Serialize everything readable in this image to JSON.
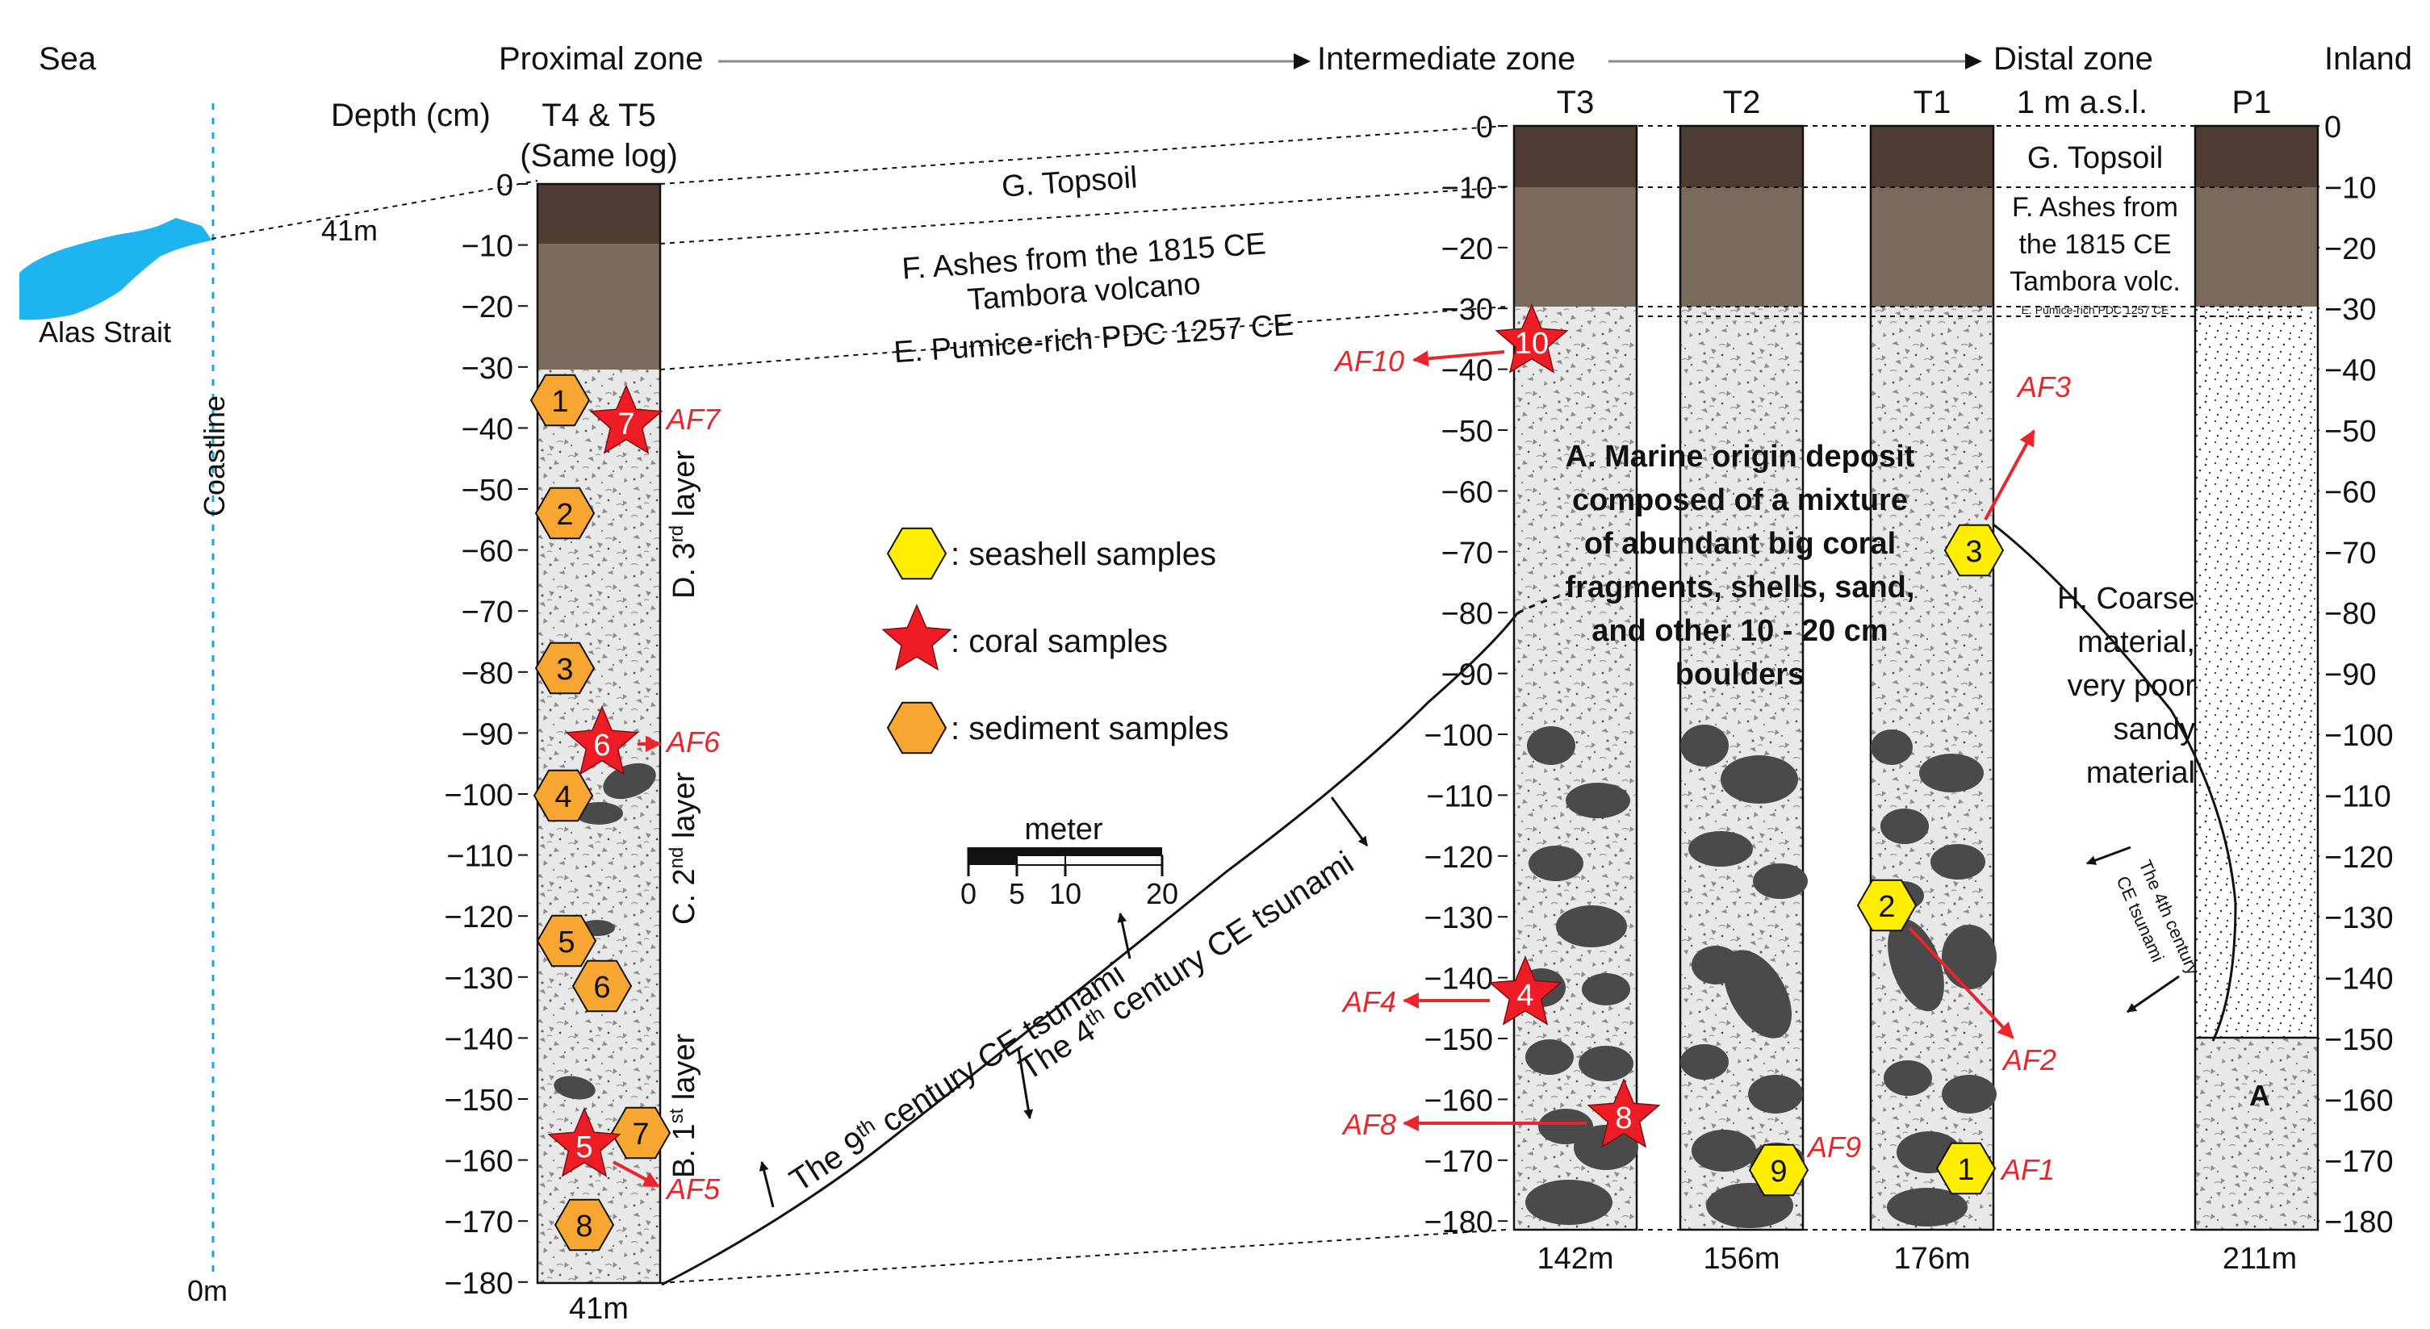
{
  "header": {
    "sea": "Sea",
    "proximal": "Proximal zone",
    "intermediate": "Intermediate zone",
    "distal": "Distal zone",
    "inland": "Inland"
  },
  "labels": {
    "depth_cm": "Depth (cm)",
    "t45_line1": "T4 & T5",
    "t45_line2": "(Same log)",
    "t3": "T3",
    "t2": "T2",
    "t1": "T1",
    "masl": "1 m a.s.l.",
    "p1": "P1",
    "alas_strait": "Alas Strait",
    "coastline": "Coastline",
    "zero_m": "0m",
    "dist_41_top": "41m",
    "dist_41": "41m",
    "dist_142": "142m",
    "dist_156": "156m",
    "dist_176": "176m",
    "dist_211": "211m"
  },
  "units": {
    "G": "G. Topsoil",
    "F1": "F. Ashes from the 1815 CE",
    "F2": "Tambora volcano",
    "E": "E. Pumice-rich PDC 1257 CE",
    "G_r": "G. Topsoil",
    "Fr1": "F. Ashes from",
    "Fr2": "the 1815 CE",
    "Fr3": "Tambora volc.",
    "E_r": "E. Pumice-rich PDC 1257 CE",
    "A1": "A. Marine origin deposit",
    "A2": "composed of a mixture",
    "A3": "of abundant big coral",
    "A4": "fragments, shells, sand,",
    "A5": "and other 10 - 20 cm",
    "A6": "boulders",
    "H1": "H. Coarse",
    "H2": "material,",
    "H3": "very poor",
    "H4": "sandy",
    "H5": "material",
    "P1_A": "A"
  },
  "layers_t45": {
    "d_prefix": "D. 3",
    "d_sup": "rd",
    "d_suffix": " layer",
    "c_prefix": "C. 2",
    "c_sup": "nd",
    "c_suffix": " layer",
    "b_prefix": "B. 1",
    "b_sup": "st",
    "b_suffix": " layer"
  },
  "tsunami": {
    "t9_pre": "The 9",
    "t9_sup": "th",
    "t9_post": " century CE tsunami",
    "t4_pre": "The 4",
    "t4_sup": "th",
    "t4_post": " century CE tsunami",
    "p1_line1": "The 4th century",
    "p1_line2": "CE tsunami"
  },
  "legend": {
    "seashell": ": seashell samples",
    "coral": ": coral samples",
    "sediment": ": sediment samples"
  },
  "scale": {
    "title": "meter",
    "ticks": [
      "0",
      "5",
      "10",
      "20"
    ]
  },
  "depth_ticks": {
    "left": [
      "0",
      "−10",
      "−20",
      "−30",
      "−40",
      "−50",
      "−60",
      "−70",
      "−80",
      "−90",
      "−100",
      "−110",
      "−120",
      "−130",
      "−140",
      "−150",
      "−160",
      "−170",
      "−180"
    ],
    "middle": [
      "0",
      "−10",
      "−20",
      "−30",
      "−40",
      "−50",
      "−60",
      "−70",
      "−80",
      "−90",
      "−100",
      "−110",
      "−120",
      "−130",
      "−140",
      "−150",
      "−160",
      "−170",
      "−180"
    ],
    "right": [
      "0",
      "−10",
      "−20",
      "−30",
      "−40",
      "−50",
      "−60",
      "−70",
      "−80",
      "−90",
      "−100",
      "−110",
      "−120",
      "−130",
      "−140",
      "−150",
      "−160",
      "−170",
      "−180"
    ]
  },
  "samples": {
    "t45_sediment": [
      "1",
      "2",
      "3",
      "4",
      "5",
      "6",
      "7",
      "8"
    ],
    "t45_coral": [
      "7",
      "6",
      "5"
    ],
    "t45_af": [
      "AF7",
      "AF6",
      "AF5"
    ],
    "t3_coral": [
      "10",
      "4",
      "8"
    ],
    "t3_af": [
      "AF10",
      "AF4",
      "AF8"
    ],
    "t2_shell": "9",
    "t2_af": "AF9",
    "t1_shell": [
      "3",
      "2",
      "1"
    ],
    "t1_af": [
      "AF3",
      "AF2",
      "AF1"
    ]
  },
  "colors": {
    "topsoil": "#4f3c33",
    "ash": "#7a6a5c",
    "sea": "#1eb4ef",
    "coastline": "#1aa7d8",
    "coral": "#ee1c25",
    "seashell": "#ffee00",
    "sediment": "#f7a731",
    "af_label": "#e8262c",
    "boulder": "#4a4a4a"
  }
}
